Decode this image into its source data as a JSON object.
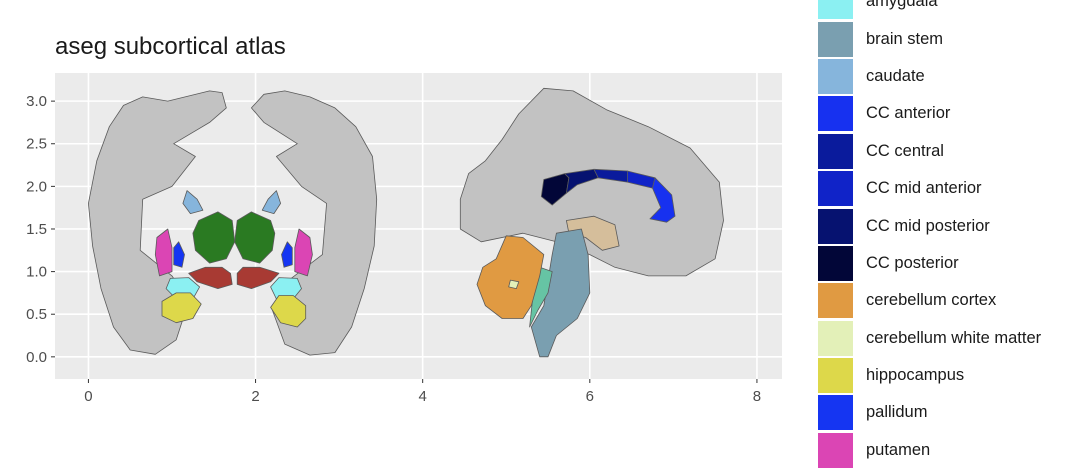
{
  "chart_data": {
    "type": "choropleth-atlas",
    "title": "aseg subcortical atlas",
    "xlabel": "",
    "ylabel": "",
    "xlim": [
      -0.4,
      8.3
    ],
    "ylim": [
      -0.26,
      3.33
    ],
    "x_ticks": [
      0,
      2,
      4,
      6,
      8
    ],
    "y_ticks": [
      0.0,
      0.5,
      1.0,
      1.5,
      2.0,
      2.5,
      3.0
    ],
    "x_tick_labels": [
      "0",
      "2",
      "4",
      "6",
      "8"
    ],
    "y_tick_labels": [
      "0.0",
      "0.5",
      "1.0",
      "1.5",
      "2.0",
      "2.5",
      "3.0"
    ],
    "grid": true,
    "panel_background": "#EBEBEB",
    "legend_position": "right",
    "context_color": "#C2C2C2",
    "legend": [
      {
        "label": "amygdala",
        "color": "#8BF0F2"
      },
      {
        "label": "brain stem",
        "color": "#7A9FB0"
      },
      {
        "label": "caudate",
        "color": "#86B5DC"
      },
      {
        "label": "CC anterior",
        "color": "#1731F0"
      },
      {
        "label": "CC central",
        "color": "#0A1B9C"
      },
      {
        "label": "CC mid anterior",
        "color": "#1023C8"
      },
      {
        "label": "CC mid posterior",
        "color": "#061270"
      },
      {
        "label": "CC posterior",
        "color": "#020638"
      },
      {
        "label": "cerebellum cortex",
        "color": "#E09A42"
      },
      {
        "label": "cerebellum white matter",
        "color": "#E3F0B8"
      },
      {
        "label": "hippocampus",
        "color": "#DDD84A"
      },
      {
        "label": "pallidum",
        "color": "#1535F2"
      },
      {
        "label": "putamen",
        "color": "#DB45B4"
      }
    ],
    "extra_colors": {
      "thalamus": "#2A7A22",
      "ventral_dc": "#A83A33",
      "choroid_plexus": "#D5BE9B",
      "brain_stem_light": "#66C4A4"
    },
    "regions": [
      {
        "name": "context-coronal-left",
        "fill": "context",
        "points": [
          [
            0.95,
            3.0
          ],
          [
            0.65,
            3.05
          ],
          [
            0.42,
            2.95
          ],
          [
            0.25,
            2.7
          ],
          [
            0.1,
            2.3
          ],
          [
            0.0,
            1.8
          ],
          [
            0.05,
            1.3
          ],
          [
            0.15,
            0.8
          ],
          [
            0.3,
            0.35
          ],
          [
            0.5,
            0.08
          ],
          [
            0.8,
            0.03
          ],
          [
            1.05,
            0.2
          ],
          [
            1.2,
            0.65
          ],
          [
            1.0,
            0.95
          ],
          [
            0.62,
            1.25
          ],
          [
            0.65,
            1.85
          ],
          [
            1.0,
            2.0
          ],
          [
            1.28,
            2.35
          ],
          [
            1.02,
            2.5
          ],
          [
            1.45,
            2.75
          ],
          [
            1.65,
            2.92
          ],
          [
            1.6,
            3.1
          ],
          [
            1.45,
            3.12
          ]
        ]
      },
      {
        "name": "context-coronal-right",
        "fill": "context",
        "points": [
          [
            2.1,
            3.08
          ],
          [
            2.35,
            3.12
          ],
          [
            2.65,
            3.05
          ],
          [
            2.95,
            2.92
          ],
          [
            3.2,
            2.7
          ],
          [
            3.4,
            2.35
          ],
          [
            3.45,
            1.85
          ],
          [
            3.42,
            1.3
          ],
          [
            3.3,
            0.8
          ],
          [
            3.15,
            0.35
          ],
          [
            2.95,
            0.05
          ],
          [
            2.65,
            0.02
          ],
          [
            2.35,
            0.15
          ],
          [
            2.2,
            0.55
          ],
          [
            2.4,
            0.9
          ],
          [
            2.8,
            1.2
          ],
          [
            2.85,
            1.8
          ],
          [
            2.55,
            2.0
          ],
          [
            2.25,
            2.35
          ],
          [
            2.5,
            2.5
          ],
          [
            2.1,
            2.75
          ],
          [
            1.95,
            2.92
          ]
        ]
      },
      {
        "name": "context-sagittal",
        "fill": "context",
        "points": [
          [
            5.45,
            3.15
          ],
          [
            5.8,
            3.12
          ],
          [
            6.2,
            2.9
          ],
          [
            6.7,
            2.7
          ],
          [
            7.2,
            2.45
          ],
          [
            7.55,
            2.05
          ],
          [
            7.6,
            1.6
          ],
          [
            7.5,
            1.15
          ],
          [
            7.15,
            0.95
          ],
          [
            6.7,
            0.95
          ],
          [
            6.3,
            1.05
          ],
          [
            6.0,
            1.2
          ],
          [
            5.6,
            1.35
          ],
          [
            5.2,
            1.45
          ],
          [
            4.7,
            1.35
          ],
          [
            4.45,
            1.5
          ],
          [
            4.45,
            1.85
          ],
          [
            4.55,
            2.15
          ],
          [
            4.75,
            2.3
          ],
          [
            4.95,
            2.55
          ],
          [
            5.15,
            2.85
          ]
        ]
      },
      {
        "name": "caudate-left",
        "fill": "legend:caudate",
        "points": [
          [
            1.18,
            1.95
          ],
          [
            1.3,
            1.85
          ],
          [
            1.37,
            1.72
          ],
          [
            1.22,
            1.68
          ],
          [
            1.13,
            1.8
          ]
        ]
      },
      {
        "name": "caudate-right",
        "fill": "legend:caudate",
        "points": [
          [
            2.25,
            1.95
          ],
          [
            2.15,
            1.85
          ],
          [
            2.08,
            1.72
          ],
          [
            2.22,
            1.68
          ],
          [
            2.3,
            1.8
          ]
        ]
      },
      {
        "name": "thalamus-left",
        "fill": "extra:thalamus",
        "points": [
          [
            1.32,
            1.6
          ],
          [
            1.55,
            1.7
          ],
          [
            1.72,
            1.6
          ],
          [
            1.75,
            1.35
          ],
          [
            1.65,
            1.15
          ],
          [
            1.45,
            1.1
          ],
          [
            1.28,
            1.25
          ],
          [
            1.25,
            1.45
          ]
        ]
      },
      {
        "name": "thalamus-right",
        "fill": "extra:thalamus",
        "points": [
          [
            2.18,
            1.6
          ],
          [
            1.95,
            1.7
          ],
          [
            1.78,
            1.6
          ],
          [
            1.75,
            1.35
          ],
          [
            1.85,
            1.15
          ],
          [
            2.05,
            1.1
          ],
          [
            2.2,
            1.25
          ],
          [
            2.23,
            1.45
          ]
        ]
      },
      {
        "name": "ventral-dc-left",
        "fill": "extra:ventral_dc",
        "points": [
          [
            1.4,
            1.05
          ],
          [
            1.6,
            1.05
          ],
          [
            1.7,
            0.98
          ],
          [
            1.72,
            0.85
          ],
          [
            1.55,
            0.8
          ],
          [
            1.3,
            0.88
          ],
          [
            1.2,
            0.98
          ]
        ]
      },
      {
        "name": "ventral-dc-right",
        "fill": "extra:ventral_dc",
        "points": [
          [
            2.05,
            1.05
          ],
          [
            1.85,
            1.05
          ],
          [
            1.78,
            0.98
          ],
          [
            1.78,
            0.85
          ],
          [
            1.95,
            0.8
          ],
          [
            2.18,
            0.88
          ],
          [
            2.28,
            0.98
          ]
        ]
      },
      {
        "name": "putamen-left",
        "fill": "legend:putamen",
        "points": [
          [
            0.95,
            1.5
          ],
          [
            1.0,
            1.28
          ],
          [
            1.0,
            1.0
          ],
          [
            0.85,
            0.95
          ],
          [
            0.8,
            1.2
          ],
          [
            0.82,
            1.4
          ]
        ]
      },
      {
        "name": "putamen-right",
        "fill": "legend:putamen",
        "points": [
          [
            2.52,
            1.5
          ],
          [
            2.47,
            1.28
          ],
          [
            2.47,
            1.0
          ],
          [
            2.62,
            0.95
          ],
          [
            2.68,
            1.2
          ],
          [
            2.65,
            1.4
          ]
        ]
      },
      {
        "name": "pallidum-left",
        "fill": "legend:pallidum",
        "points": [
          [
            1.08,
            1.35
          ],
          [
            1.15,
            1.2
          ],
          [
            1.12,
            1.05
          ],
          [
            1.02,
            1.08
          ],
          [
            1.02,
            1.28
          ]
        ]
      },
      {
        "name": "pallidum-right",
        "fill": "legend:pallidum",
        "points": [
          [
            2.38,
            1.35
          ],
          [
            2.31,
            1.2
          ],
          [
            2.34,
            1.05
          ],
          [
            2.44,
            1.08
          ],
          [
            2.44,
            1.28
          ]
        ]
      },
      {
        "name": "amygdala-left",
        "fill": "legend:amygdala",
        "points": [
          [
            0.98,
            0.92
          ],
          [
            1.2,
            0.93
          ],
          [
            1.33,
            0.82
          ],
          [
            1.25,
            0.68
          ],
          [
            1.05,
            0.68
          ],
          [
            0.93,
            0.8
          ]
        ]
      },
      {
        "name": "amygdala-right",
        "fill": "legend:amygdala",
        "points": [
          [
            2.5,
            0.92
          ],
          [
            2.28,
            0.93
          ],
          [
            2.18,
            0.82
          ],
          [
            2.25,
            0.68
          ],
          [
            2.45,
            0.68
          ],
          [
            2.55,
            0.8
          ]
        ]
      },
      {
        "name": "hippocampus-left",
        "fill": "legend:hippocampus",
        "points": [
          [
            0.88,
            0.65
          ],
          [
            1.05,
            0.75
          ],
          [
            1.22,
            0.75
          ],
          [
            1.35,
            0.62
          ],
          [
            1.25,
            0.45
          ],
          [
            1.05,
            0.4
          ],
          [
            0.88,
            0.48
          ]
        ]
      },
      {
        "name": "hippocampus-right",
        "fill": "legend:hippocampus",
        "points": [
          [
            2.6,
            0.6
          ],
          [
            2.45,
            0.72
          ],
          [
            2.28,
            0.72
          ],
          [
            2.18,
            0.58
          ],
          [
            2.3,
            0.4
          ],
          [
            2.5,
            0.35
          ],
          [
            2.6,
            0.45
          ]
        ]
      },
      {
        "name": "cc-posterior",
        "fill": "legend:CC posterior",
        "points": [
          [
            5.45,
            2.08
          ],
          [
            5.7,
            2.15
          ],
          [
            5.75,
            2.1
          ],
          [
            5.72,
            1.92
          ],
          [
            5.55,
            1.78
          ],
          [
            5.42,
            1.88
          ]
        ]
      },
      {
        "name": "cc-mid-posterior",
        "fill": "legend:CC mid posterior",
        "points": [
          [
            5.7,
            2.15
          ],
          [
            6.05,
            2.2
          ],
          [
            6.1,
            2.1
          ],
          [
            5.85,
            2.02
          ],
          [
            5.72,
            1.92
          ],
          [
            5.75,
            2.1
          ]
        ]
      },
      {
        "name": "cc-central",
        "fill": "legend:CC central",
        "points": [
          [
            6.05,
            2.2
          ],
          [
            6.45,
            2.18
          ],
          [
            6.45,
            2.05
          ],
          [
            6.1,
            2.1
          ]
        ]
      },
      {
        "name": "cc-mid-anterior",
        "fill": "legend:CC mid anterior",
        "points": [
          [
            6.45,
            2.18
          ],
          [
            6.78,
            2.1
          ],
          [
            6.75,
            1.98
          ],
          [
            6.45,
            2.05
          ]
        ]
      },
      {
        "name": "cc-anterior",
        "fill": "legend:CC anterior",
        "points": [
          [
            6.78,
            2.1
          ],
          [
            6.98,
            1.9
          ],
          [
            7.02,
            1.65
          ],
          [
            6.92,
            1.58
          ],
          [
            6.72,
            1.62
          ],
          [
            6.85,
            1.75
          ],
          [
            6.75,
            1.98
          ]
        ]
      },
      {
        "name": "choroid-plexus",
        "fill": "extra:choroid_plexus",
        "points": [
          [
            5.72,
            1.6
          ],
          [
            6.05,
            1.65
          ],
          [
            6.3,
            1.55
          ],
          [
            6.35,
            1.3
          ],
          [
            6.15,
            1.25
          ],
          [
            5.95,
            1.4
          ],
          [
            5.75,
            1.45
          ]
        ]
      },
      {
        "name": "brain-stem",
        "fill": "legend:brain stem",
        "points": [
          [
            5.6,
            1.45
          ],
          [
            5.9,
            1.5
          ],
          [
            5.98,
            1.2
          ],
          [
            6.0,
            0.75
          ],
          [
            5.85,
            0.45
          ],
          [
            5.6,
            0.25
          ],
          [
            5.5,
            0.0
          ],
          [
            5.4,
            0.0
          ],
          [
            5.3,
            0.35
          ],
          [
            5.45,
            0.6
          ],
          [
            5.5,
            0.9
          ],
          [
            5.55,
            1.2
          ]
        ]
      },
      {
        "name": "brain-stem-light",
        "fill": "extra:brain_stem_light",
        "points": [
          [
            5.4,
            1.05
          ],
          [
            5.55,
            1.0
          ],
          [
            5.5,
            0.75
          ],
          [
            5.38,
            0.55
          ],
          [
            5.28,
            0.35
          ],
          [
            5.32,
            0.72
          ],
          [
            5.3,
            0.9
          ]
        ]
      },
      {
        "name": "cerebellum-cortex",
        "fill": "legend:cerebellum cortex",
        "points": [
          [
            5.0,
            1.42
          ],
          [
            5.2,
            1.4
          ],
          [
            5.45,
            1.2
          ],
          [
            5.4,
            0.95
          ],
          [
            5.3,
            0.6
          ],
          [
            5.2,
            0.45
          ],
          [
            4.95,
            0.45
          ],
          [
            4.75,
            0.6
          ],
          [
            4.65,
            0.85
          ],
          [
            4.72,
            1.05
          ],
          [
            4.88,
            1.15
          ]
        ]
      },
      {
        "name": "cerebellum-white-matter",
        "fill": "legend:cerebellum white matter",
        "points": [
          [
            5.05,
            0.9
          ],
          [
            5.15,
            0.88
          ],
          [
            5.12,
            0.8
          ],
          [
            5.03,
            0.82
          ]
        ]
      }
    ]
  }
}
